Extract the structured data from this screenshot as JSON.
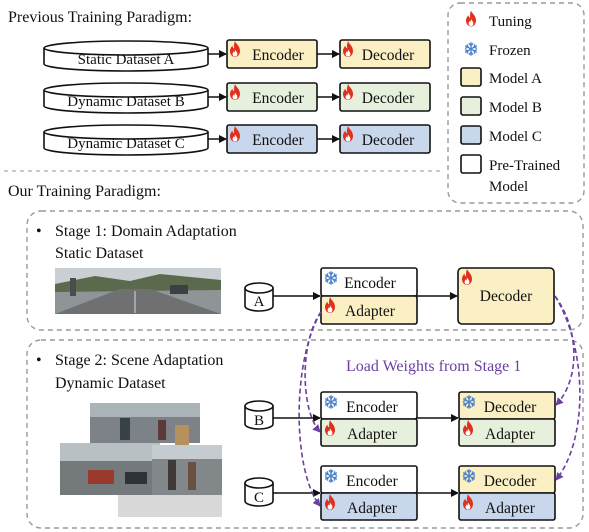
{
  "colors": {
    "model_a": "#fbefc4",
    "model_b": "#e6f0dc",
    "model_c": "#c9d7ec",
    "pretrained": "#ffffff",
    "flame": "#e0301e",
    "snowflake": "#4a82c9",
    "weights_arrow": "#6a3fa0"
  },
  "previous": {
    "title": "Previous Training Paradigm:",
    "rows": [
      {
        "dataset": "Static Dataset A",
        "encoder": "Encoder",
        "decoder": "Decoder",
        "model": "A"
      },
      {
        "dataset": "Dynamic Dataset B",
        "encoder": "Encoder",
        "decoder": "Decoder",
        "model": "B"
      },
      {
        "dataset": "Dynamic Dataset C",
        "encoder": "Encoder",
        "decoder": "Decoder",
        "model": "C"
      }
    ]
  },
  "legend": {
    "tuning": "Tuning",
    "frozen": "Frozen",
    "model_a": "Model A",
    "model_b": "Model B",
    "model_c": "Model C",
    "pretrained_line1": "Pre-Trained",
    "pretrained_line2": "Model"
  },
  "ours": {
    "title": "Our Training Paradigm:",
    "bullet": "•",
    "stage1": {
      "line1": "Stage 1: Domain Adaptation",
      "line2": "Static Dataset",
      "dataset": "A",
      "encoder": "Encoder",
      "adapter": "Adapter",
      "decoder": "Decoder"
    },
    "stage2": {
      "line1": "Stage 2: Scene Adaptation",
      "line2": "Dynamic Dataset",
      "load_weights": "Load Weights from Stage 1",
      "row_b": {
        "dataset": "B",
        "encoder": "Encoder",
        "adapter": "Adapter",
        "decoder": "Decoder",
        "adapter_decoder_label": "Adapter"
      },
      "row_c": {
        "dataset": "C",
        "encoder": "Encoder",
        "adapter": "Adapter",
        "decoder": "Decoder",
        "adapter_decoder_label": "Adapter"
      }
    }
  }
}
